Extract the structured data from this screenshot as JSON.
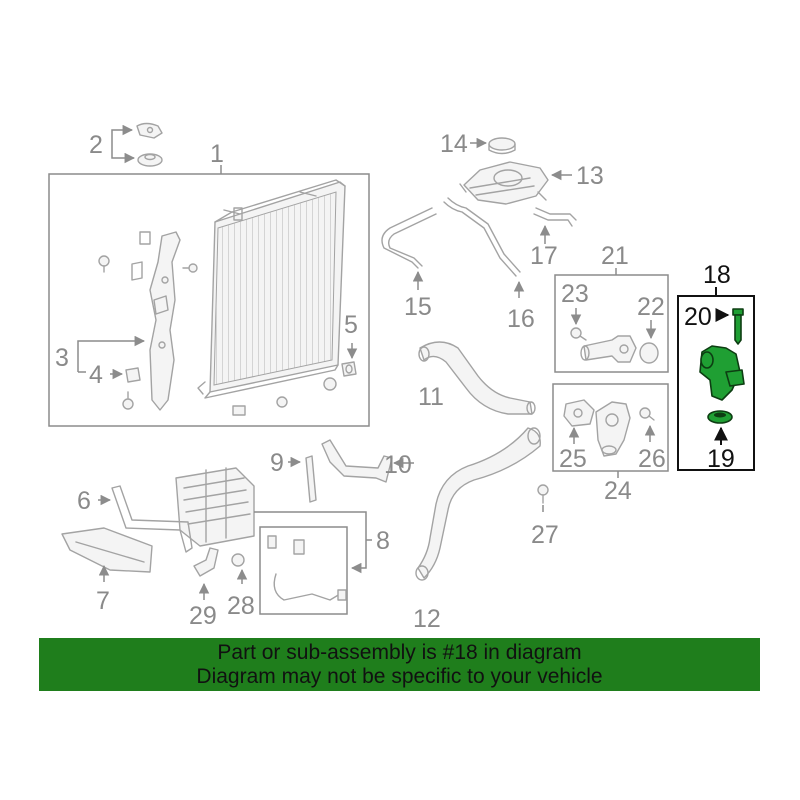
{
  "callouts": {
    "c1": "1",
    "c2": "2",
    "c3": "3",
    "c4": "4",
    "c5": "5",
    "c6": "6",
    "c7": "7",
    "c8": "8",
    "c9": "9",
    "c10": "10",
    "c11": "11",
    "c12": "12",
    "c13": "13",
    "c14": "14",
    "c15": "15",
    "c16": "16",
    "c17": "17",
    "c18": "18",
    "c19": "19",
    "c20": "20",
    "c21": "21",
    "c22": "22",
    "c23": "23",
    "c24": "24",
    "c25": "25",
    "c26": "26",
    "c27": "27",
    "c28": "28",
    "c29": "29"
  },
  "highlight": {
    "part_number": "18",
    "color": "#1f9f33"
  },
  "banner": {
    "line1": "Part or sub-assembly is #18 in diagram",
    "line2": "Diagram may not be specific to your vehicle",
    "background": "#1f7e1c"
  },
  "colors": {
    "line_art": "#a3a3a3",
    "label_gray": "#8a8a8a",
    "highlight_frame": "#111111"
  }
}
